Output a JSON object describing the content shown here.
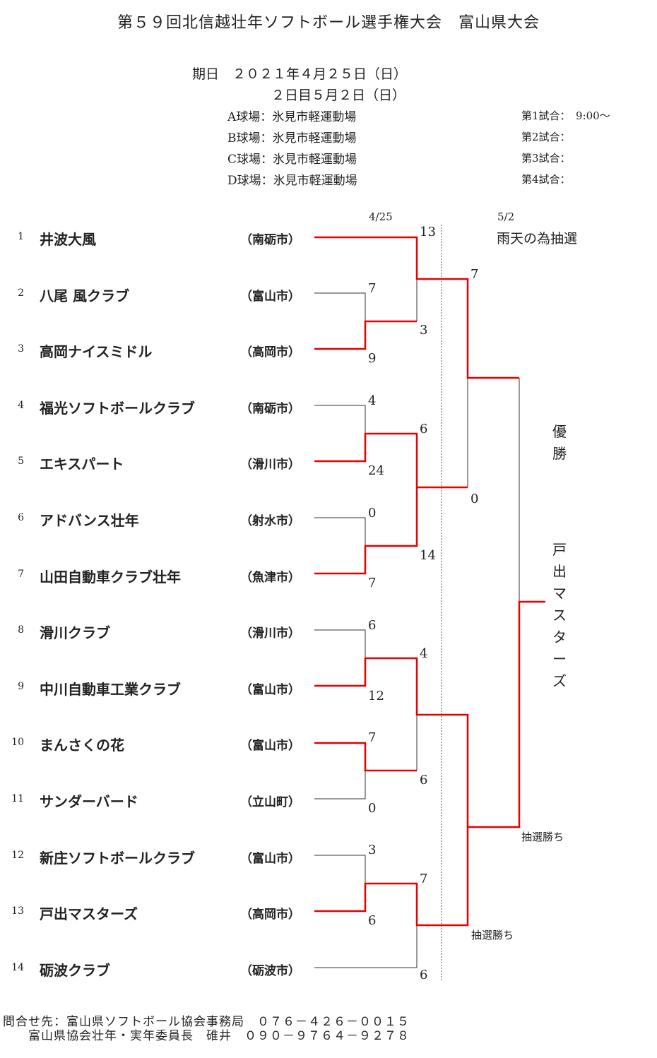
{
  "title": "第５９回北信越壮年ソフトボール選手権大会　富山県大会",
  "dates": {
    "line1": "期日　２０２１年４月２５日（日）",
    "line2": "２日目５月２日（日）"
  },
  "venues": [
    "A球場：氷見市軽運動場",
    "B球場：氷見市軽運動場",
    "C球場：氷見市軽運動場",
    "D球場：氷見市軽運動場"
  ],
  "games": [
    "第1試合：　9:00～",
    "第2試合：",
    "第3試合：",
    "第4試合："
  ],
  "round_dates": {
    "first": "4/25",
    "second": "5/2",
    "note": "雨天の為抽選"
  },
  "teams": [
    {
      "no": "1",
      "name": "井波大風",
      "city": "（南砺市）"
    },
    {
      "no": "2",
      "name": "八尾 風クラブ",
      "city": "（富山市）"
    },
    {
      "no": "3",
      "name": "高岡ナイスミドル",
      "city": "（高岡市）"
    },
    {
      "no": "4",
      "name": "福光ソフトボールクラブ",
      "city": "（南砺市）"
    },
    {
      "no": "5",
      "name": "エキスパート",
      "city": "（滑川市）"
    },
    {
      "no": "6",
      "name": "アドバンス壮年",
      "city": "（射水市）"
    },
    {
      "no": "7",
      "name": "山田自動車クラブ壮年",
      "city": "（魚津市）"
    },
    {
      "no": "8",
      "name": "滑川クラブ",
      "city": "（滑川市）"
    },
    {
      "no": "9",
      "name": "中川自動車工業クラブ",
      "city": "（富山市）"
    },
    {
      "no": "10",
      "name": "まんさくの花",
      "city": "（富山市）"
    },
    {
      "no": "11",
      "name": "サンダーバード",
      "city": "（立山町）"
    },
    {
      "no": "12",
      "name": "新庄ソフトボールクラブ",
      "city": "（富山市）"
    },
    {
      "no": "13",
      "name": "戸出マスターズ",
      "city": "（高岡市）"
    },
    {
      "no": "14",
      "name": "砺波クラブ",
      "city": "（砺波市）"
    }
  ],
  "scores": {
    "r1": [
      "7",
      "9",
      "4",
      "24",
      "0",
      "7",
      "6",
      "12",
      "7",
      "0",
      "3",
      "6"
    ],
    "r2": [
      "13",
      "3",
      "6",
      "14",
      "4",
      "6",
      "7",
      "6"
    ],
    "r3": [
      "7",
      "0"
    ]
  },
  "draw_win_label": "抽選勝ち",
  "champion": {
    "label": "優勝",
    "team": "戸出マスターズ"
  },
  "footer": {
    "line1": "問合せ先：富山県ソフトボール協会事務局　０７６－４２６－００１５",
    "line2": "富山県協会壮年・実年委員長　碓井　０９０－９７６４－９２７８"
  },
  "colors": {
    "winner_line": "#e60000",
    "loser_line": "#333333",
    "text": "#222222"
  }
}
